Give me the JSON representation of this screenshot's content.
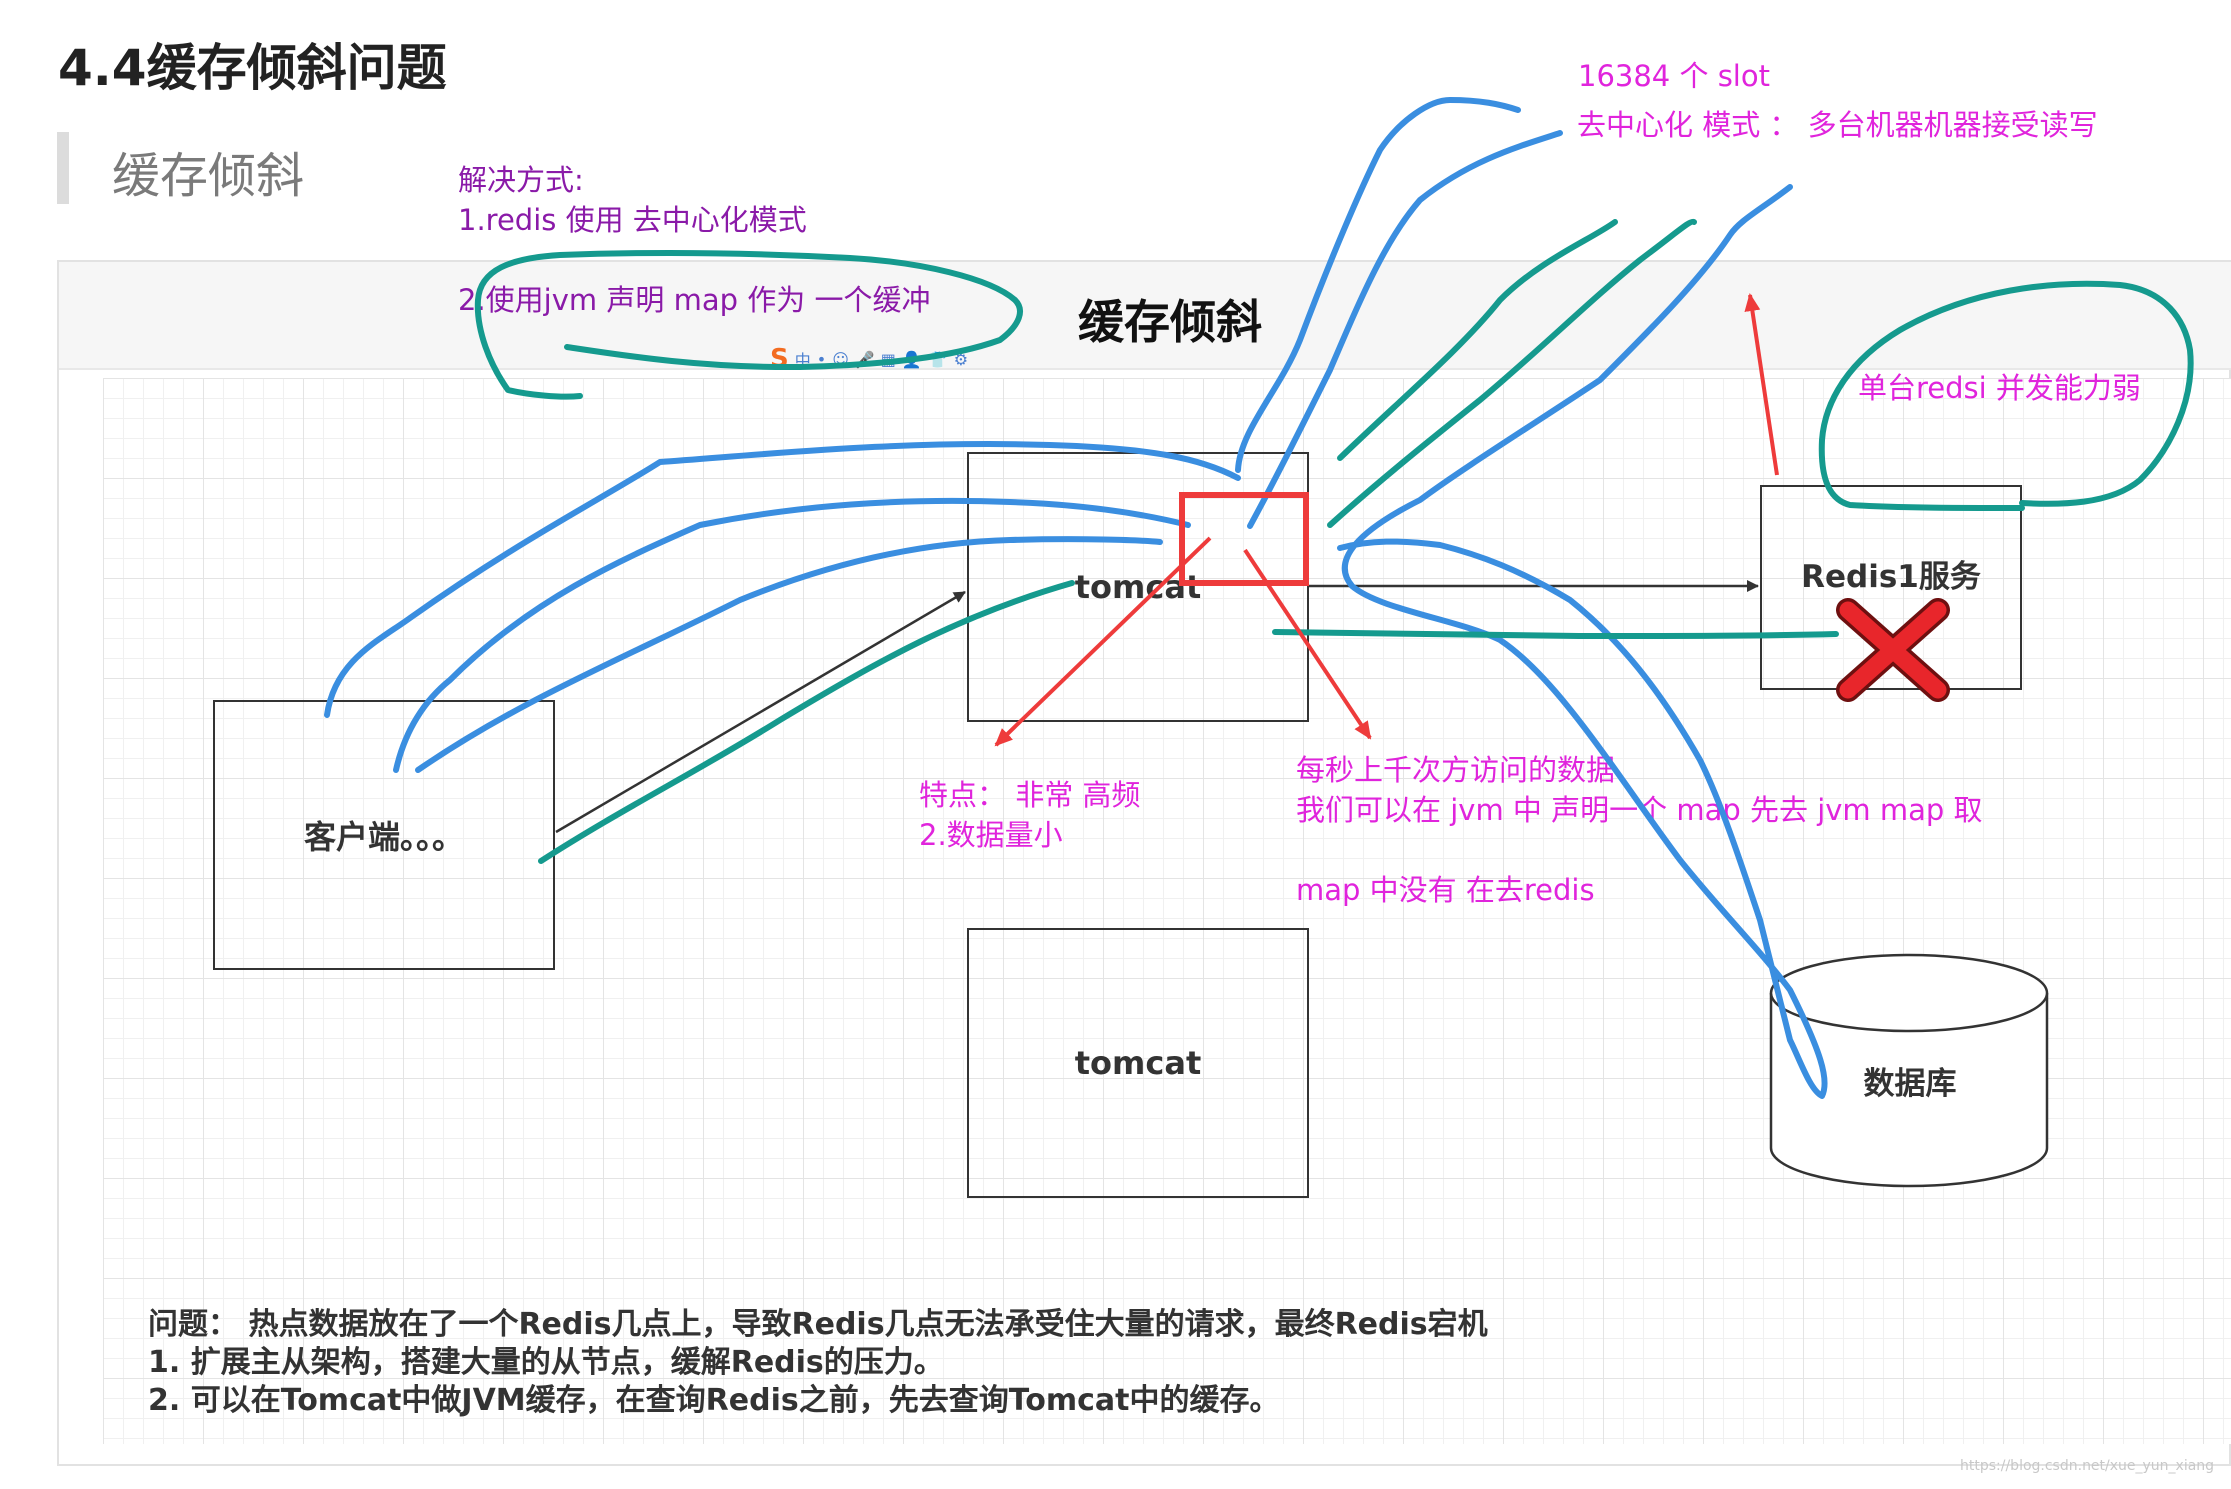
{
  "page": {
    "title": "4.4缓存倾斜问题",
    "section_title": "缓存倾斜"
  },
  "diagram": {
    "title": "缓存倾斜",
    "nodes": {
      "client": "客户端。。。",
      "tomcat_1": "tomcat",
      "tomcat_2": "tomcat",
      "redis": "Redis1服务",
      "database": "数据库"
    },
    "problem_text": [
      "问题： 热点数据放在了一个Redis几点上，导致Redis几点无法承受住大量的请求，最终Redis宕机",
      "1. 扩展主从架构，搭建大量的从节点，缓解Redis的压力。",
      "2. 可以在Tomcat中做JVM缓存，在查询Redis之前，先去查询Tomcat中的缓存。"
    ]
  },
  "annotations": {
    "solution": [
      "解决方式:",
      "1.redis  使用 去中心化模式",
      "",
      "2.使用jvm 声明 map  作为  一个缓冲"
    ],
    "slot": "16384 个 slot",
    "decentral": "去中心化 模式  ：  多台机器机器接受读写",
    "single_redis": "单台redsi  并发能力弱",
    "hot_data": [
      "特点：  非常 高频",
      "2.数据量小"
    ],
    "jvm_map": [
      "每秒上千次方访问的数据",
      "我们可以在 jvm 中 声明一个 map  先去 jvm  map 取",
      "",
      "map 中没有 在去redis"
    ]
  },
  "colors": {
    "blue_pen": "#3a8ee0",
    "teal_pen": "#159a8e",
    "red_pen": "#ee3b3b",
    "magenta_text": "#e024dc",
    "purple_text": "#8a1aa8",
    "cross": "#e8262b"
  },
  "ime_toolbar": {
    "logo": "S",
    "icons": [
      "中",
      "•",
      "☺",
      "🎤",
      "▦",
      "👤",
      "👕",
      "⚙"
    ]
  },
  "watermark": "https://blog.csdn.net/xue_yun_xiang"
}
